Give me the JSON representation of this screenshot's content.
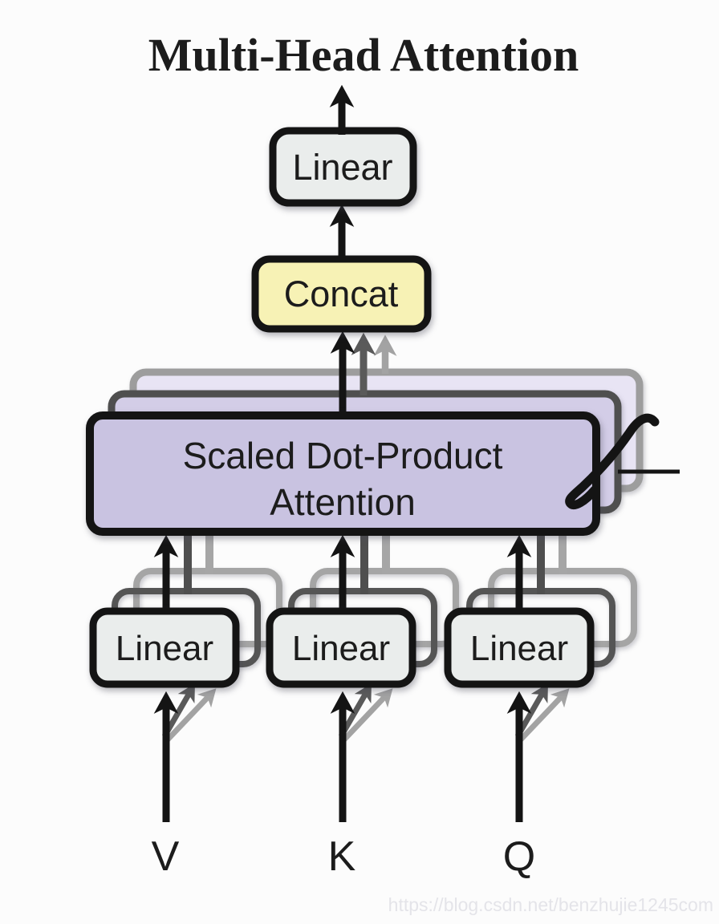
{
  "title": "Multi-Head Attention",
  "watermark": "https://blog.csdn.net/benzhujie1245com",
  "colors": {
    "background": "#fcfcfc",
    "box_border": "#141414",
    "linear_fill": "#eaedec",
    "concat_fill": "#f7f2b5",
    "attention_fill": "#c9c3e1",
    "attention_ghost1_fill": "#d3cde7",
    "attention_ghost2_fill": "#e8e4f4",
    "ghost1_stroke": "#555555",
    "ghost2_stroke": "#a5a5a5",
    "arrow_black": "#141414",
    "arrow_dark_gray": "#5a5a5a",
    "arrow_light_gray": "#a3a3a3"
  },
  "nodes": {
    "output_linear": {
      "label": "Linear"
    },
    "concat": {
      "label": "Concat"
    },
    "attention": {
      "label_line1": "Scaled Dot-Product",
      "label_line2": "Attention",
      "stack_count": 3
    },
    "bottom_groups": [
      {
        "label": "Linear",
        "input": "V"
      },
      {
        "label": "Linear",
        "input": "K"
      },
      {
        "label": "Linear",
        "input": "Q"
      }
    ]
  }
}
